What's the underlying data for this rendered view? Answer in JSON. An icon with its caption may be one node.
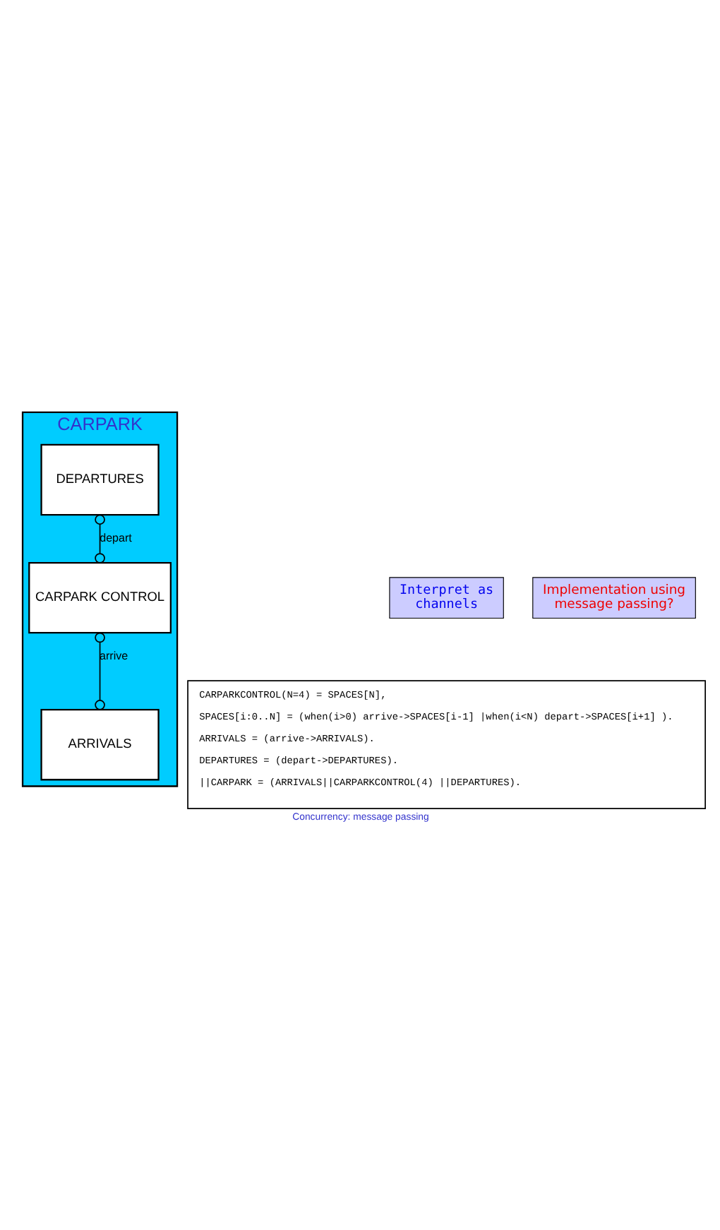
{
  "diagram": {
    "caption": "Concurrency: message passing",
    "nodes": [
      {
        "text": [
          "CARPARK"
        ]
      },
      {
        "text": [
          "ARRIVALS"
        ],
        "in": 0
      },
      {
        "text": [
          "CARPARK CONTROL"
        ],
        "in": 0
      },
      {
        "text": [
          "DEPARTURES"
        ],
        "in": 0
      },
      {
        "text": [
          "CARPARKCONTROL(N=4) = SPACES[N],",
          "SPACES[i:0..N] = (when(i>0) arrive->SPACES[i-1] |when(i<N) depart->SPACES[i+1] ).",
          "ARRIVALS = (arrive->ARRIVALS).",
          "DEPARTURES = (depart->DEPARTURES).",
          "||CARPARK = (ARRIVALS||CARPARKCONTROL(4) ||DEPARTURES)."
        ]
      },
      {
        "text": [
          "Interpret as channels"
        ]
      },
      {
        "text": [
          "Implementation using message passing?"
        ]
      }
    ],
    "edges": [
      {
        "from": 1,
        "to": 2,
        "arrow": "other",
        "label": "arrive"
      },
      {
        "from": 2,
        "to": 3,
        "arrow": "other",
        "label": "depart"
      }
    ]
  }
}
